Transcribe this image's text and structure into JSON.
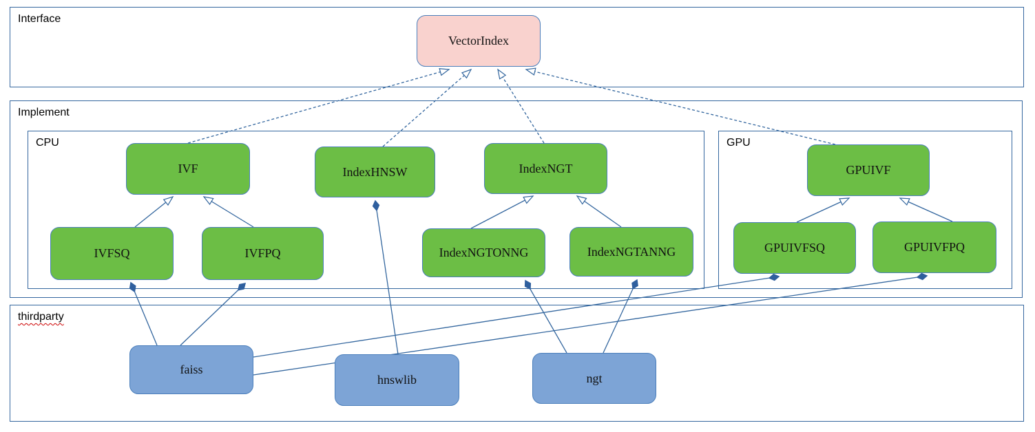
{
  "diagram": {
    "containers": [
      {
        "id": "interface",
        "label": "Interface"
      },
      {
        "id": "implement",
        "label": "Implement"
      },
      {
        "id": "cpu",
        "label": "CPU"
      },
      {
        "id": "gpu",
        "label": "GPU"
      },
      {
        "id": "thirdparty",
        "label": "thirdparty"
      }
    ],
    "nodes": [
      {
        "id": "vectorindex",
        "label": "VectorIndex",
        "type": "interface"
      },
      {
        "id": "ivf",
        "label": "IVF",
        "type": "implementation"
      },
      {
        "id": "indexhnsw",
        "label": "IndexHNSW",
        "type": "implementation"
      },
      {
        "id": "indexngt",
        "label": "IndexNGT",
        "type": "implementation"
      },
      {
        "id": "ivfsq",
        "label": "IVFSQ",
        "type": "implementation"
      },
      {
        "id": "ivfpq",
        "label": "IVFPQ",
        "type": "implementation"
      },
      {
        "id": "indexngtonng",
        "label": "IndexNGTONNG",
        "type": "implementation"
      },
      {
        "id": "indexngtanng",
        "label": "IndexNGTANNG",
        "type": "implementation"
      },
      {
        "id": "gpuivf",
        "label": "GPUIVF",
        "type": "implementation"
      },
      {
        "id": "gpuivfsq",
        "label": "GPUIVFSQ",
        "type": "implementation"
      },
      {
        "id": "gpuivfpq",
        "label": "GPUIVFPQ",
        "type": "implementation"
      },
      {
        "id": "faiss",
        "label": "faiss",
        "type": "thirdparty"
      },
      {
        "id": "hnswlib",
        "label": "hnswlib",
        "type": "thirdparty"
      },
      {
        "id": "ngt",
        "label": "ngt",
        "type": "thirdparty"
      }
    ],
    "edges": [
      {
        "from": "ivf",
        "to": "vectorindex",
        "kind": "realization"
      },
      {
        "from": "indexhnsw",
        "to": "vectorindex",
        "kind": "realization"
      },
      {
        "from": "indexngt",
        "to": "vectorindex",
        "kind": "realization"
      },
      {
        "from": "gpuivf",
        "to": "vectorindex",
        "kind": "realization"
      },
      {
        "from": "ivfsq",
        "to": "ivf",
        "kind": "generalization"
      },
      {
        "from": "ivfpq",
        "to": "ivf",
        "kind": "generalization"
      },
      {
        "from": "indexngtonng",
        "to": "indexngt",
        "kind": "generalization"
      },
      {
        "from": "indexngtanng",
        "to": "indexngt",
        "kind": "generalization"
      },
      {
        "from": "gpuivfsq",
        "to": "gpuivf",
        "kind": "generalization"
      },
      {
        "from": "gpuivfpq",
        "to": "gpuivf",
        "kind": "generalization"
      },
      {
        "from": "faiss",
        "to": "ivfsq",
        "kind": "composition"
      },
      {
        "from": "faiss",
        "to": "ivfpq",
        "kind": "composition"
      },
      {
        "from": "faiss",
        "to": "gpuivfsq",
        "kind": "composition"
      },
      {
        "from": "faiss",
        "to": "gpuivfpq",
        "kind": "composition"
      },
      {
        "from": "hnswlib",
        "to": "indexhnsw",
        "kind": "composition"
      },
      {
        "from": "ngt",
        "to": "indexngtonng",
        "kind": "composition"
      },
      {
        "from": "ngt",
        "to": "indexngtanng",
        "kind": "composition"
      }
    ],
    "colors": {
      "interface_fill": "#f9d2ce",
      "implementation_fill": "#6cbe45",
      "thirdparty_fill": "#7da4d6",
      "node_border": "#4a7ebb",
      "line": "#33669e",
      "spellcheck_underline": "#cc0000"
    }
  }
}
